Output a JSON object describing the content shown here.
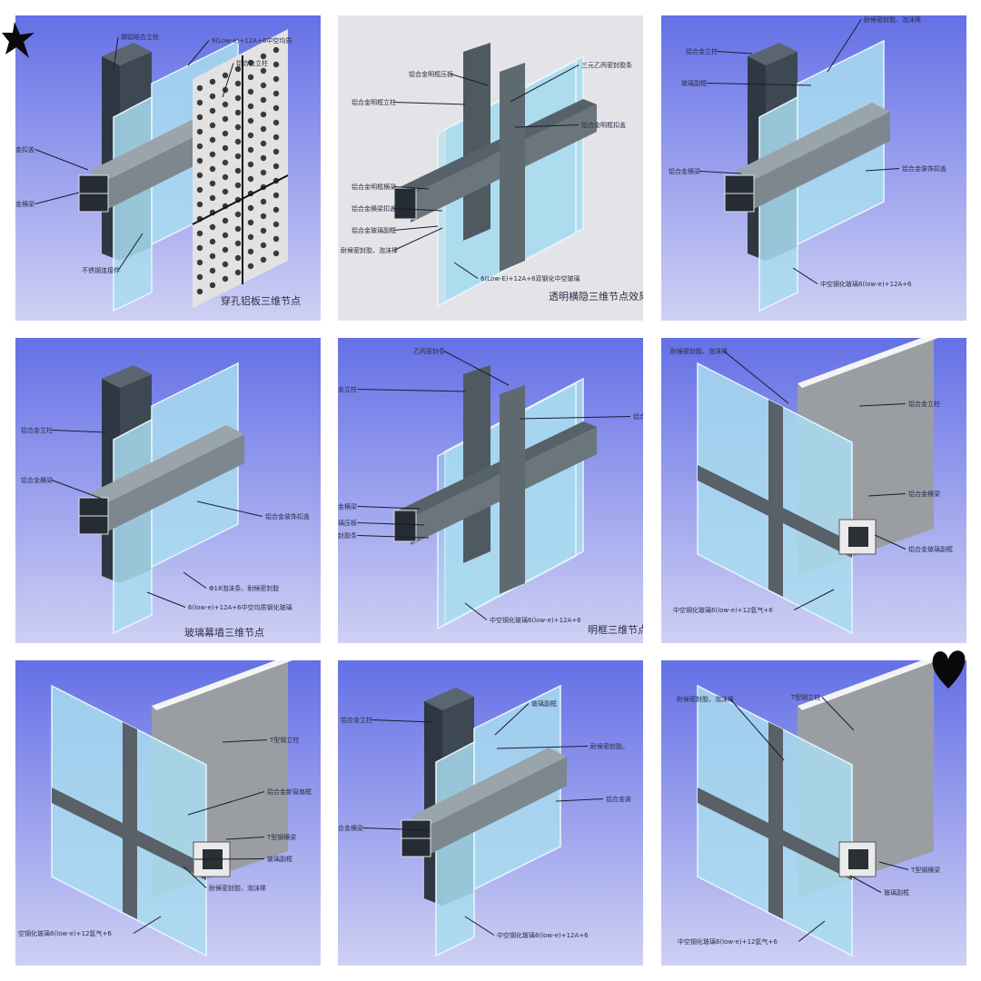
{
  "colors": {
    "panel_bg_top": "#6470e6",
    "panel_bg_bottom": "#cfd0f4",
    "panel_bg_gray": "#e4e4e8",
    "glass": "#a9dcf0",
    "aluminum_dark": "#3e4852",
    "aluminum_light": "#9aa4ab",
    "label_text": "#2a2d44"
  },
  "stickers": {
    "top_left": "star-sticker",
    "bottom_right": "heart-sticker"
  },
  "panels": [
    {
      "type": "perforated",
      "background": "blue",
      "caption": "穿孔铝板三维节点",
      "labels": [
        "钢铝结合立柱",
        "6(Low-e)+12A+6中空均质",
        "铝合金立柱",
        "金扣盖",
        "金横梁",
        "不锈钢连接件"
      ]
    },
    {
      "type": "exposed",
      "background": "gray",
      "caption": "透明横隐三维节点效果图",
      "labels": [
        "铝合金明框压板",
        "三元乙丙密封胶条",
        "铝合金明框立柱",
        "铝合金明框扣盖",
        "铝合金明框横梁",
        "铝合金横梁扣盖",
        "铝合金玻璃副框",
        "耐候密封胶、泡沫棒",
        "6(Low-E)+12A+6双钢化中空玻璃"
      ]
    },
    {
      "type": "stick",
      "background": "blue",
      "caption": "",
      "labels": [
        "耐候密封胶、泡沫棒",
        "铝合金立柱",
        "玻璃副框",
        "铝合金横梁",
        "铝合金装饰扣盖",
        "中空钢化玻璃6(low-e)+12A+6"
      ]
    },
    {
      "type": "stick",
      "background": "blue",
      "caption": "玻璃幕墙三维节点",
      "labels": [
        "铝合金立柱",
        "铝合金横梁",
        "铝合金装饰扣盖",
        "Φ18泡沫条、耐候密封胶",
        "6(low-e)+12A+6中空均质钢化玻璃"
      ]
    },
    {
      "type": "exposed",
      "background": "blue",
      "caption": "明框三维节点效",
      "labels": [
        "乙丙密封条",
        "金立柱",
        "铝合",
        "金横梁",
        "璃压板",
        "封胶条",
        "中空钢化玻璃6(low-e)+12A+6"
      ]
    },
    {
      "type": "tsteel",
      "background": "blue",
      "caption": "",
      "labels": [
        "耐候密封胶、泡沫棒",
        "铝合金立柱",
        "铝合金横梁",
        "铝合金玻璃副框",
        "中空钢化玻璃6(low-e)+12氩气+6"
      ]
    },
    {
      "type": "tsteel",
      "background": "blue",
      "caption": "",
      "labels": [
        "T型钢立柱",
        "铝合金新窗扇框",
        "T型钢横梁",
        "玻璃副框",
        "耐候密封胶、泡沫棒",
        "空钢化玻璃6(low-e)+12氩气+6"
      ]
    },
    {
      "type": "stick",
      "background": "blue",
      "caption": "",
      "labels": [
        "玻璃副框",
        "铝合金立柱",
        "耐候密封胶。",
        "铝合金装",
        "合金横梁",
        "中空钢化玻璃6(low-e)+12A+6"
      ]
    },
    {
      "type": "tsteel",
      "background": "blue",
      "caption": "",
      "labels": [
        "耐候密封胶、泡沫棒",
        "T型钢立柱",
        "T型钢横梁",
        "玻璃副框",
        "中空钢化玻璃6(low-e)+12氩气+6"
      ]
    }
  ]
}
